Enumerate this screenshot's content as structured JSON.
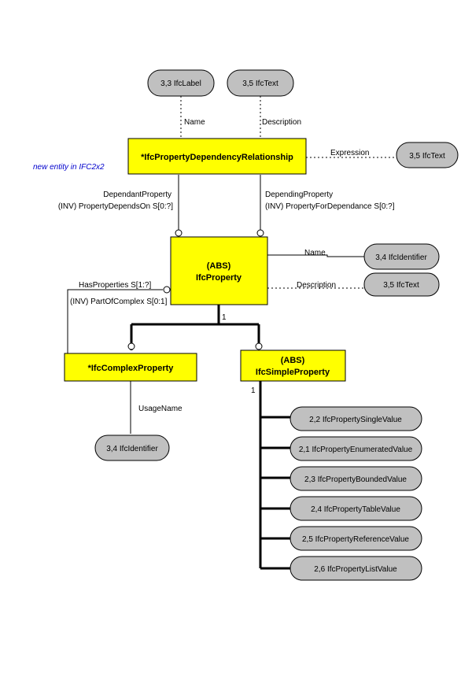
{
  "note": "new entity in IFC2x2",
  "entities": {
    "dependency": {
      "title": "*IfcPropertyDependencyRelationship"
    },
    "property": {
      "abs": "(ABS)",
      "name": "IfcProperty"
    },
    "complex": {
      "title": "*IfcComplexProperty"
    },
    "simple": {
      "abs": "(ABS)",
      "name": "IfcSimpleProperty"
    }
  },
  "types": {
    "label_top": "3,3  IfcLabel",
    "text_top": "3,5  IfcText",
    "text_expression": "3,5  IfcText",
    "identifier_name": "3,4  IfcIdentifier",
    "text_description": "3,5  IfcText",
    "identifier_usage": "3,4  IfcIdentifier"
  },
  "subtypes": [
    "2,2  IfcPropertySingleValue",
    "2,1  IfcPropertyEnumeratedValue",
    "2,3  IfcPropertyBoundedValue",
    "2,4  IfcPropertyTableValue",
    "2,5  IfcPropertyReferenceValue",
    "2,6  IfcPropertyListValue"
  ],
  "labels": {
    "name_top": "Name",
    "description_top": "Description",
    "expression": "Expression",
    "dependant_property": "DependantProperty",
    "property_depends_on": "(INV) PropertyDependsOn  S[0:?]",
    "depending_property": "DependingProperty",
    "property_for_dependance": "(INV) PropertyForDependance  S[0:?]",
    "name_right": "Name",
    "description_right": "Description",
    "has_properties": "HasProperties  S[1:?]",
    "part_of_complex": "(INV) PartOfComplex  S[0:1]",
    "cardinality_property": "1",
    "cardinality_simple": "1",
    "usage_name": "UsageName"
  },
  "colors": {
    "entity_fill": "#ffff00",
    "type_fill": "#c0c0c0",
    "note_text": "#0000cc",
    "line": "#000000"
  }
}
